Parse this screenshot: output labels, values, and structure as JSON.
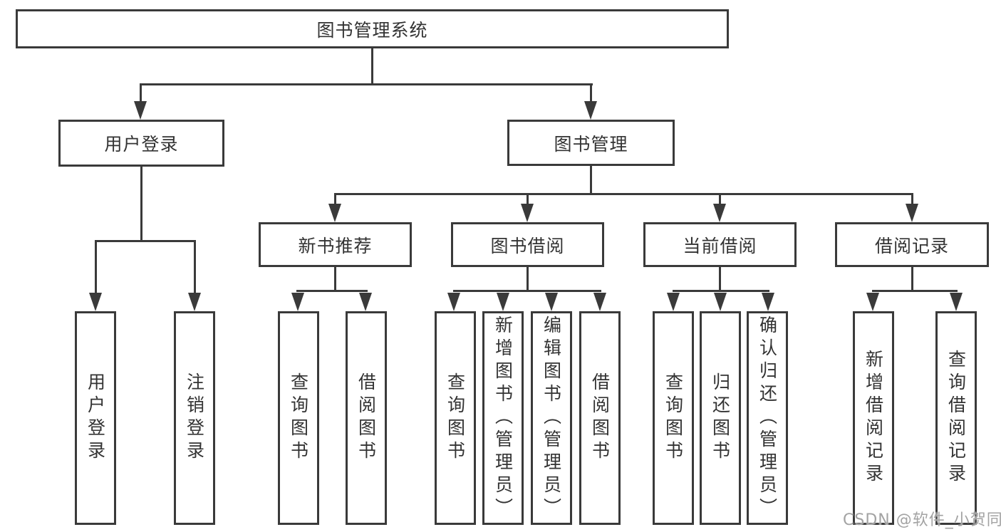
{
  "nodes": {
    "root": "图书管理系统",
    "user_login": "用户登录",
    "book_mgmt": "图书管理",
    "new_book": "新书推荐",
    "book_borrow": "图书借阅",
    "current_borrow": "当前借阅",
    "borrow_record": "借阅记录"
  },
  "leaves": [
    "用户登录",
    "注销登录",
    "查询图书",
    "借阅图书",
    "查询图书",
    "新增图书（管理员）",
    "编辑图书（管理员）",
    "借阅图书",
    "查询图书",
    "归还图书",
    "确认归还（管理员）",
    "新增借阅记录",
    "查询借阅记录"
  ],
  "watermark": "CSDN @软件_小贺同学",
  "colors": {
    "line": "#3a3a3a",
    "text": "#333333",
    "watermark": "#a3a3a3",
    "background": "#ffffff"
  },
  "diagram": {
    "type": "hierarchy-tree",
    "structure": {
      "图书管理系统": {
        "用户登录": [
          "用户登录",
          "注销登录"
        ],
        "图书管理": {
          "新书推荐": [
            "查询图书",
            "借阅图书"
          ],
          "图书借阅": [
            "查询图书",
            "新增图书（管理员）",
            "编辑图书（管理员）",
            "借阅图书"
          ],
          "当前借阅": [
            "查询图书",
            "归还图书",
            "确认归还（管理员）"
          ],
          "借阅记录": [
            "新增借阅记录",
            "查询借阅记录"
          ]
        }
      }
    }
  }
}
